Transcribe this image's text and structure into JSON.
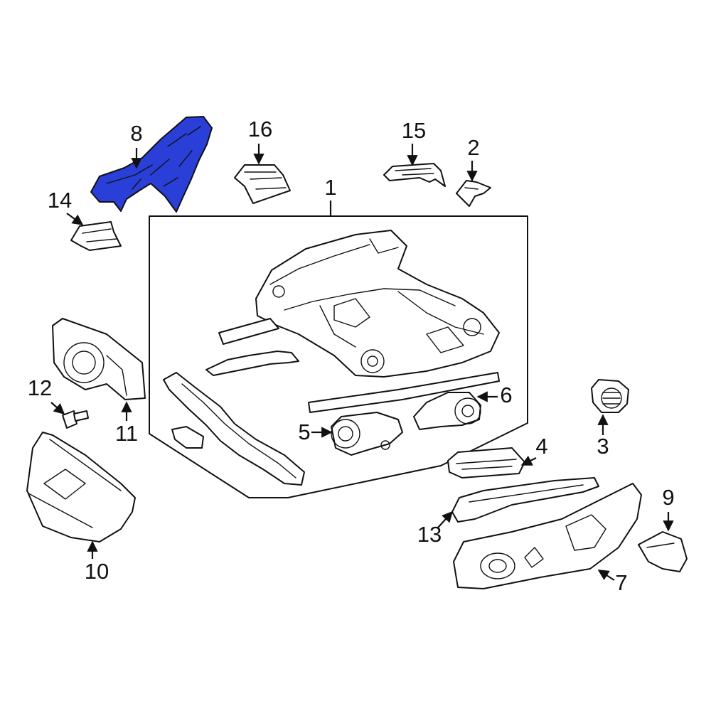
{
  "diagram": {
    "highlight_color": "#2a3fd8",
    "outline_color": "#111111",
    "background_color": "#ffffff",
    "highlighted_part": "8",
    "callouts": [
      {
        "id": "c1",
        "label": "1"
      },
      {
        "id": "c2",
        "label": "2"
      },
      {
        "id": "c3",
        "label": "3"
      },
      {
        "id": "c4",
        "label": "4"
      },
      {
        "id": "c5",
        "label": "5"
      },
      {
        "id": "c6",
        "label": "6"
      },
      {
        "id": "c7",
        "label": "7"
      },
      {
        "id": "c8",
        "label": "8"
      },
      {
        "id": "c9",
        "label": "9"
      },
      {
        "id": "c10",
        "label": "10"
      },
      {
        "id": "c11",
        "label": "11"
      },
      {
        "id": "c12",
        "label": "12"
      },
      {
        "id": "c13",
        "label": "13"
      },
      {
        "id": "c14",
        "label": "14"
      },
      {
        "id": "c15",
        "label": "15"
      },
      {
        "id": "c16",
        "label": "16"
      }
    ]
  }
}
